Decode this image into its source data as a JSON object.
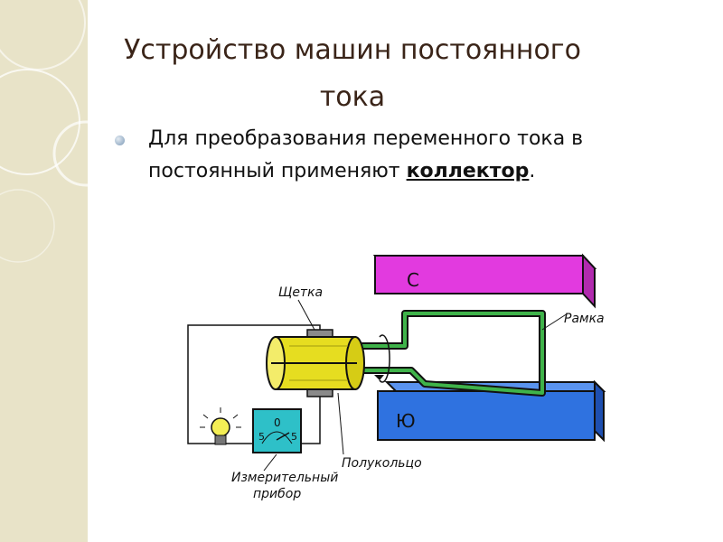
{
  "slide": {
    "title": "Устройство машин постоянного тока",
    "bullet": {
      "text_before": "Для преобразования переменного тока в постоянный применяют ",
      "keyword": "коллектор",
      "text_after": "."
    }
  },
  "diagram": {
    "labels": {
      "brush": "Щетка",
      "frame": "Рамка",
      "north_pole": "С",
      "south_pole": "Ю",
      "half_rings": "Полукольцо",
      "meter_line1": "Измерительный",
      "meter_line2": "прибор",
      "meter_zero": "0",
      "meter_left": "5",
      "meter_right": "5"
    }
  },
  "colors": {
    "north_magnet": "#e23adf",
    "south_magnet": "#2f72e0",
    "frame_wire": "#3fb34a",
    "commutator": "#e6dd20",
    "meter_face": "#2ec0c8",
    "sidebar": "#e8e3c8",
    "title": "#3a2418"
  },
  "icons": [
    "bulb-icon",
    "meter-icon",
    "rotation-arrow-icon"
  ]
}
